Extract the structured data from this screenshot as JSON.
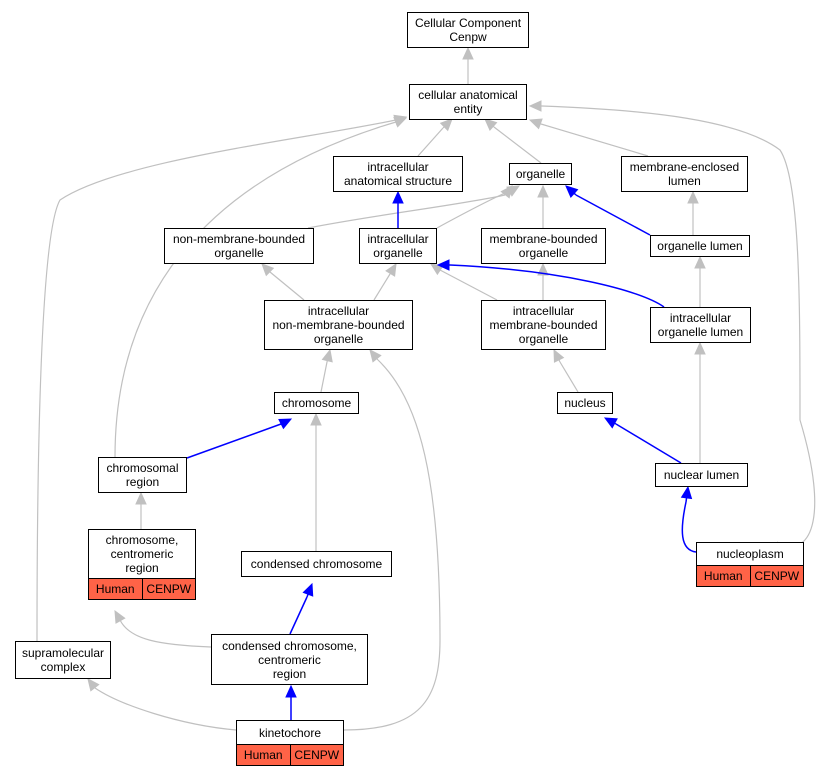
{
  "nodes": {
    "cc_cenpw": {
      "label": "Cellular Component\nCenpw"
    },
    "cae": {
      "label": "cellular anatomical\nentity"
    },
    "ias": {
      "label": "intracellular\nanatomical structure"
    },
    "organelle": {
      "label": "organelle"
    },
    "mel": {
      "label": "membrane-enclosed\nlumen"
    },
    "nmbo": {
      "label": "non-membrane-bounded\norganelle"
    },
    "io": {
      "label": "intracellular\norganelle"
    },
    "mbo": {
      "label": "membrane-bounded\norganelle"
    },
    "ol": {
      "label": "organelle lumen"
    },
    "inmbo": {
      "label": "intracellular\nnon-membrane-bounded\norganelle"
    },
    "imbo": {
      "label": "intracellular\nmembrane-bounded\norganelle"
    },
    "iol": {
      "label": "intracellular\norganelle lumen"
    },
    "chromosome": {
      "label": "chromosome"
    },
    "nucleus": {
      "label": "nucleus"
    },
    "chr_region": {
      "label": "chromosomal\nregion"
    },
    "nuc_lumen": {
      "label": "nuclear lumen"
    },
    "chr_centro": {
      "label": "chromosome,\ncentromeric\nregion",
      "annotation": [
        "Human",
        "CENPW"
      ]
    },
    "cond_chr": {
      "label": "condensed chromosome"
    },
    "nucleoplasm": {
      "label": "nucleoplasm",
      "annotation": [
        "Human",
        "CENPW"
      ]
    },
    "supra": {
      "label": "supramolecular\ncomplex"
    },
    "cond_centro": {
      "label": "condensed chromosome,\ncentromeric\nregion"
    },
    "kinetochore": {
      "label": "kinetochore",
      "annotation": [
        "Human",
        "CENPW"
      ]
    }
  },
  "colors": {
    "is_a_edge": "#c0c0c0",
    "part_of_edge": "#0000ff",
    "annotation_fill": "#ff6347",
    "node_border": "#000000"
  }
}
